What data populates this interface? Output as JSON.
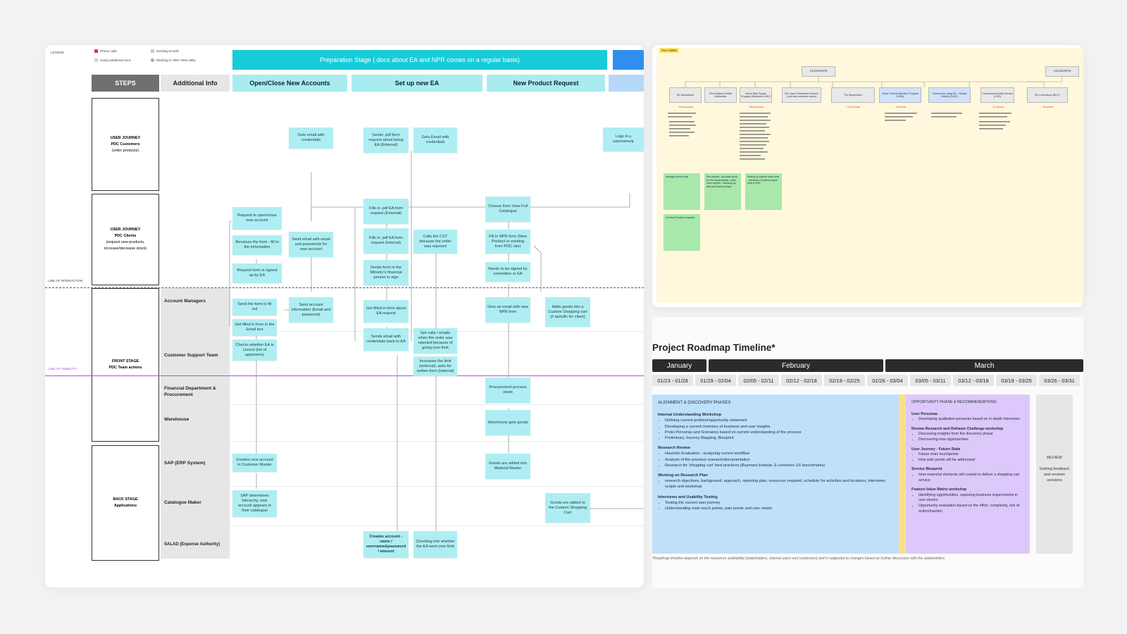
{
  "blueprint": {
    "legend": {
      "title": "LEGEND",
      "items": [
        "Phone calls",
        "Sending Emails",
        "Using additional docs",
        "Working in other Web utility"
      ]
    },
    "stage_banner": "Preparation Stage (.docs about EA and NPR comes on a regular basis)",
    "headers": {
      "steps": "STEPS",
      "info": "Additional Info",
      "col1": "Open/Close New Accounts",
      "col2": "Set up new EA",
      "col3": "New Product Request"
    },
    "steps": {
      "uj1": {
        "l1": "USER JOURNEY",
        "l2": "PDC Customers",
        "l3": "(order products)"
      },
      "uj2": {
        "l1": "USER JOURNEY",
        "l2": "PDC Clients",
        "l3": "(request new products, increase/decrease stock)"
      },
      "front": {
        "l1": "FRONT STAGE",
        "l2": "PDC Team actions"
      },
      "back": {
        "l1": "BACK STAGE",
        "l2": "Applications"
      }
    },
    "line_interaction": "LINE OF INTERACTION",
    "line_visibility": "LINE OF VISIBILITY",
    "rows": {
      "account_managers": "Account Managers",
      "customer_support": "Customer Support Team",
      "financial": "Financial Department & Procurement",
      "warehouse": "Warehouse",
      "sap": "SAP (ERP System)",
      "catalogue": "Catalogue Maker",
      "salad": "SALAD (Expense Authority)"
    },
    "notes": {
      "n1": "Gets email with credentials",
      "n2": "Sends .pdf form request about being EA (External)",
      "n3": "Gets Email with credentials",
      "n4": "Logs in u username/p",
      "n5": "Request to open/close new account",
      "n6": "Receives the form - fill in the information",
      "n7": "Request form is signed up by EA",
      "n8": "Send email with email and passwords for new account",
      "n9": "Fills in .pdf EA form request (External)",
      "n10": "Fills in .pdf EA form request (Internal)",
      "n11": "Sends form to the Ministry's financial person to sign",
      "n12": "Calls the CST because the order was rejected",
      "n13": "Choose from View Full Catalogue",
      "n14": "Fill in NPR form (New Product or existing from PDC site)",
      "n15": "Needs to be signed by committee or EA",
      "n16": "Send the form to fill out",
      "n17": "Get filled in form in the Email box",
      "n18": "Checks whether EA is correct (list of approvers)",
      "n19": "Send account information (Email and password)",
      "n20": "Get filled in form about EA request",
      "n21": "Sends email with credentials back to EA",
      "n22": "Get calls / emails when the order was rejected because of going over limit",
      "n23": "Increases the limit (external), asks for written form (internal)",
      "n24": "Gets an email with new NPR form",
      "n25": "Adds goods into a Custom Shopping cart (if specific for client)",
      "n26": "Procurement process starts",
      "n27": "Warehouse gets goods",
      "n28": "Creates new account in Customer Master",
      "n29": "Goods are added into Material Master",
      "n30": "SAP determines hierarchy, new account appears in their catalogue",
      "n31": "Goods are added to the Custom Shopping Cart",
      "n32": "Creates account - name / username&password / amount",
      "n33": "Checking info whether the EA went over limit"
    }
  },
  "accounts_map": {
    "tag": "PDC+DRED",
    "accounts_label": "ACCOUNTS",
    "boxes": [
      "BC Ambulance",
      "First Nations Health Authorities",
      "Home Birth Supply Program (Midwives in BC)",
      "BC Liquor Distribution Branch (Lost and cannabis stores)",
      "Pal Department",
      "Home Federal Nutrition Program (HSN)",
      "Community Living BC - Mental Health (CLBC)",
      "Correctional Health Service (CHS)",
      "BC Corrections (BCC)"
    ],
    "counts": [
      "~200 accounts",
      "~400 accounts",
      "~40 accounts",
      "~40 clients",
      "~10 centers",
      "~15 centers"
    ],
    "green_notes": [
      "Manage product lists",
      "Run reports - accurate stock for the requirements - back order reports - following up with purchasing delays",
      "Setting up custom stock level - Intertown / locations stock level in SAP",
      "Get New Product requests"
    ]
  },
  "roadmap": {
    "title": "Project Roadmap Timeline*",
    "months": [
      "January",
      "February",
      "March"
    ],
    "weeks": [
      "01/23 - 01/28",
      "01/29 - 02/04",
      "02/05 - 02/11",
      "02/12 - 02/18",
      "02/19 - 02/25",
      "02/26 - 03/04",
      "03/05 - 03/11",
      "03/12 - 03/18",
      "03/19 - 03/25",
      "03/26 - 03/31"
    ],
    "phase1": {
      "title": "ALIGNMENT & DISCOVERY PHASES",
      "s1": "Internal Understanding Workshop",
      "s1_items": [
        "Defining current problem/opportunity statement",
        "Developing a current inventory of business and user insights",
        "Proto-Personas and Scenarios based on current understanding of the process",
        "Preliminary Journey Mapping, Blueprint"
      ],
      "s2": "Research Review",
      "s2_items": [
        "Heuristic Evaluation - analyzing current workflow",
        "Analysis of the previous research/documentation",
        "Research for 'shopping cart' best practices (Baymard Institute, E-commers UX benchmarks)"
      ],
      "s3": "Working on Research Plan",
      "s3_items": [
        "research objectives, background, approach, reporting plan, resources required, schedule for activities and locations, interviews scripts and workshop"
      ],
      "s4": "Interviews and Usability Testing",
      "s4_items": [
        "Testing the current user journey",
        "Understanding main touch points, pain points and user needs"
      ]
    },
    "phase2": {
      "title": "OPPORTUNITY PHASE & RECOMMENDATIONS",
      "s1": "User Personas",
      "s1_items": [
        "Developing qualitative personas based on in-depth interviews"
      ],
      "s2": "Review Research and Reframe Challenge workshop",
      "s2_items": [
        "Discussing insights from the discovery phase",
        "Discovering new opportunities"
      ],
      "s3": "User Journey - Future State",
      "s3_items": [
        "Future main touchpoints",
        "How pain points will be addressed"
      ],
      "s4": "Service Blueprint",
      "s4_items": [
        "How essential elements will coexist to deliver a shopping cart service"
      ],
      "s5": "Feature-Value Matrix workshop",
      "s5_items": [
        "Identifying opportunities, capturing business requirements in user stories",
        "Opportunity evaluation based on the effort, complexity, risk of action/inaction"
      ]
    },
    "review": {
      "title": "REVIEW",
      "text": "Getting feedback and revision sessions"
    },
    "footnote": "*Roadmap timeline depends on the resources availability (stakeholders, internal users and customers) and is subjected to changes based on further discussion with the stakeholders"
  }
}
